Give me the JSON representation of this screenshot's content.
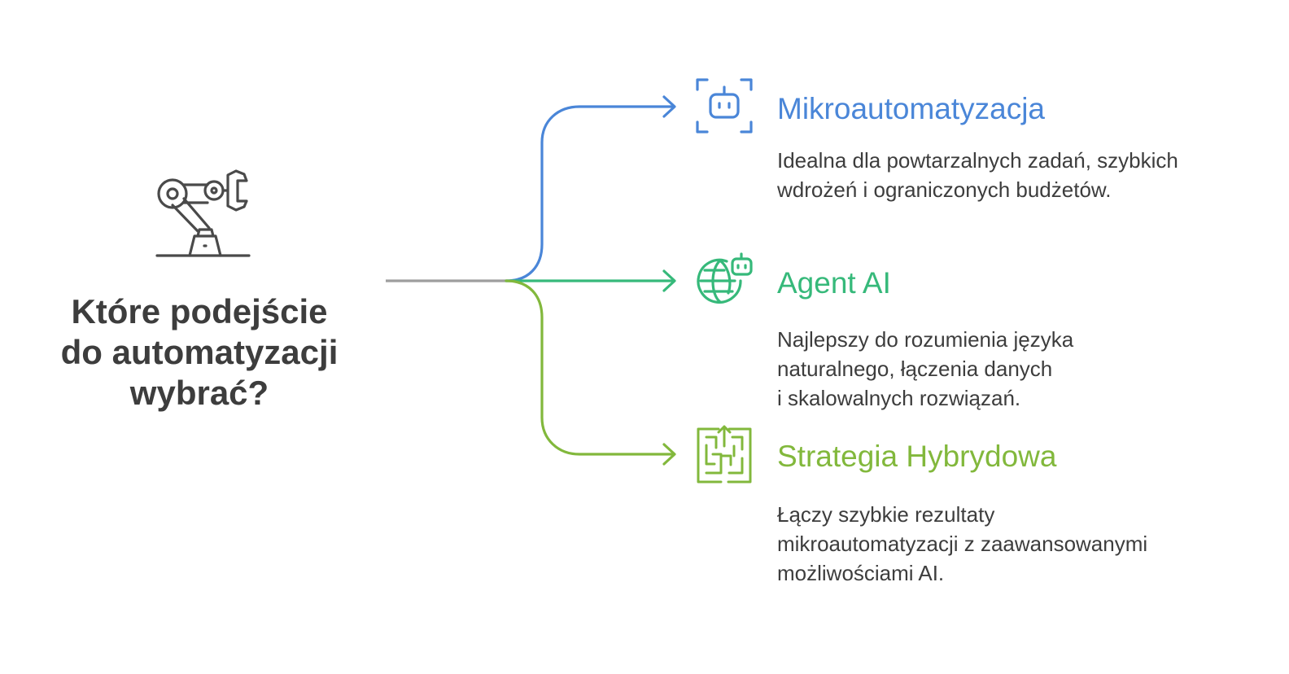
{
  "question": {
    "lines": [
      "Które podejście",
      "do automatyzacji",
      "wybrać?"
    ]
  },
  "colors": {
    "root_line": "#9e9e9e",
    "icon_dark": "#4a4a4a",
    "text": "#3d3d3d"
  },
  "options": [
    {
      "title": "Mikroautomatyzacja",
      "color": "#4a86d8",
      "icon": "robot-face-icon",
      "description": [
        "Idealna dla powtarzalnych zadań, szybkich",
        "wdrożeń i ograniczonych budżetów."
      ]
    },
    {
      "title": "Agent AI",
      "color": "#36b97a",
      "icon": "globe-robot-icon",
      "description": [
        "Najlepszy do rozumienia języka",
        "naturalnego, łączenia danych",
        "i skalowalnych rozwiązań."
      ]
    },
    {
      "title": "Strategia Hybrydowa",
      "color": "#82b83c",
      "icon": "maze-icon",
      "description": [
        "Łączy szybkie rezultaty",
        "mikroautomatyzacji z zaawansowanymi",
        "możliwościami AI."
      ]
    }
  ]
}
